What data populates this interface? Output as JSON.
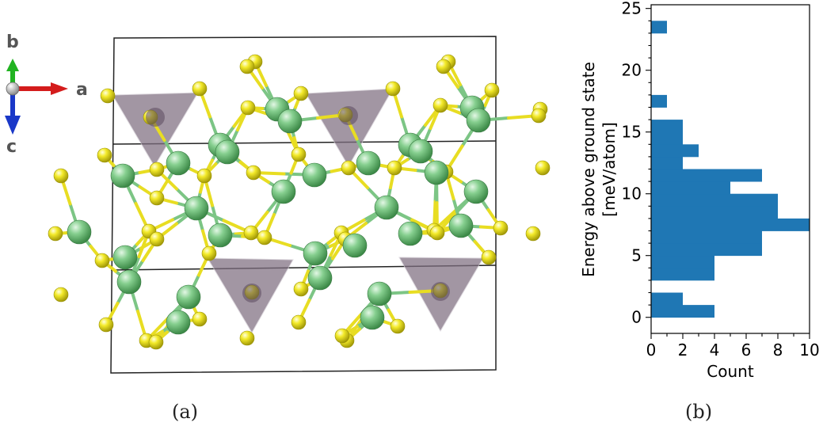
{
  "panel_a": {
    "caption": "(a)",
    "axis_indicator": {
      "a": "a",
      "b": "b",
      "c": "c"
    },
    "colors": {
      "cation": "#6fc07a",
      "anion": "#f0e81e",
      "tetrahedron": "#8a7a8c",
      "axis_a": "#d41c1c",
      "axis_b": "#21b321",
      "axis_c": "#1a38c8"
    }
  },
  "panel_b": {
    "caption": "(b)"
  },
  "chart_data": {
    "type": "bar",
    "orientation": "horizontal",
    "title": "",
    "xlabel": "Count",
    "ylabel_lines": [
      "Energy above ground state",
      "[meV/atom]"
    ],
    "xlim": [
      0,
      10
    ],
    "ylim": [
      -1.3,
      25.3
    ],
    "xticks": [
      "0",
      "2",
      "4",
      "6",
      "8",
      "10"
    ],
    "yticks": [
      "0",
      "5",
      "10",
      "15",
      "20",
      "25"
    ],
    "bar_color": "#1f77b4",
    "bin_width": 1,
    "bins": [
      {
        "y0": 0,
        "count": 4
      },
      {
        "y0": 1,
        "count": 2
      },
      {
        "y0": 3,
        "count": 4
      },
      {
        "y0": 4,
        "count": 4
      },
      {
        "y0": 5,
        "count": 7
      },
      {
        "y0": 6,
        "count": 7
      },
      {
        "y0": 7,
        "count": 10
      },
      {
        "y0": 8,
        "count": 8
      },
      {
        "y0": 9,
        "count": 8
      },
      {
        "y0": 10,
        "count": 5
      },
      {
        "y0": 11,
        "count": 7
      },
      {
        "y0": 12,
        "count": 2
      },
      {
        "y0": 13,
        "count": 3
      },
      {
        "y0": 14,
        "count": 2
      },
      {
        "y0": 15,
        "count": 2
      },
      {
        "y0": 17,
        "count": 1
      },
      {
        "y0": 23,
        "count": 1
      }
    ]
  }
}
